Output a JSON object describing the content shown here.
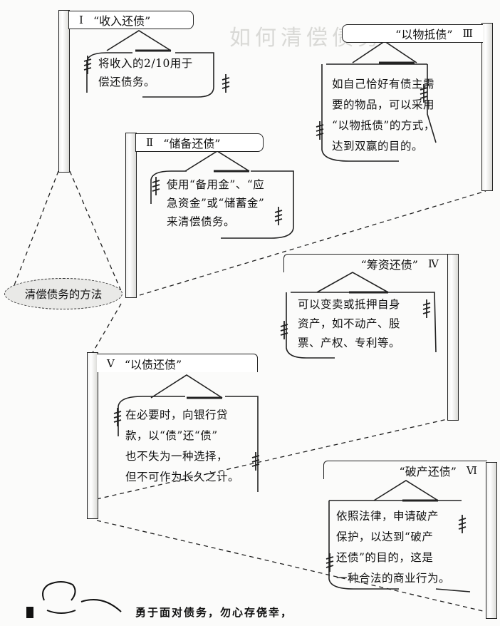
{
  "page_title": "如何清偿债务",
  "center_label": "清偿债务的方法",
  "motto": "勇于面对债务，勿心存侥幸，",
  "methods": [
    {
      "num": "Ⅰ",
      "name": "“收入还债”",
      "lines": [
        "将收入的2/10用于",
        "偿还债务。"
      ]
    },
    {
      "num": "Ⅱ",
      "name": "“储备还债”",
      "lines": [
        "使用“备用金”、“应",
        "急资金”或“储蓄金”",
        "来清偿债务。"
      ]
    },
    {
      "num": "Ⅲ",
      "name": "“以物抵债”",
      "lines": [
        "如自己恰好有债主需",
        "要的物品，可以采用",
        "“以物抵债”的方式，",
        "达到双赢的目的。"
      ]
    },
    {
      "num": "Ⅳ",
      "name": "“筹资还债”",
      "lines": [
        "可以变卖或抵押自身",
        "资产，如不动产、股",
        "票、产权、专利等。"
      ]
    },
    {
      "num": "Ⅴ",
      "name": "“以债还债”",
      "lines": [
        "在必要时，向银行贷",
        "款，以“债”还“债”",
        "也不失为一种选择，",
        "但不可作为长久之计。"
      ]
    },
    {
      "num": "Ⅵ",
      "name": "“破产还债”",
      "lines": [
        "依照法律，申请破产",
        "保护，以达到“破产",
        "还债”的目的，这是",
        "一种合法的商业行为。"
      ]
    }
  ]
}
